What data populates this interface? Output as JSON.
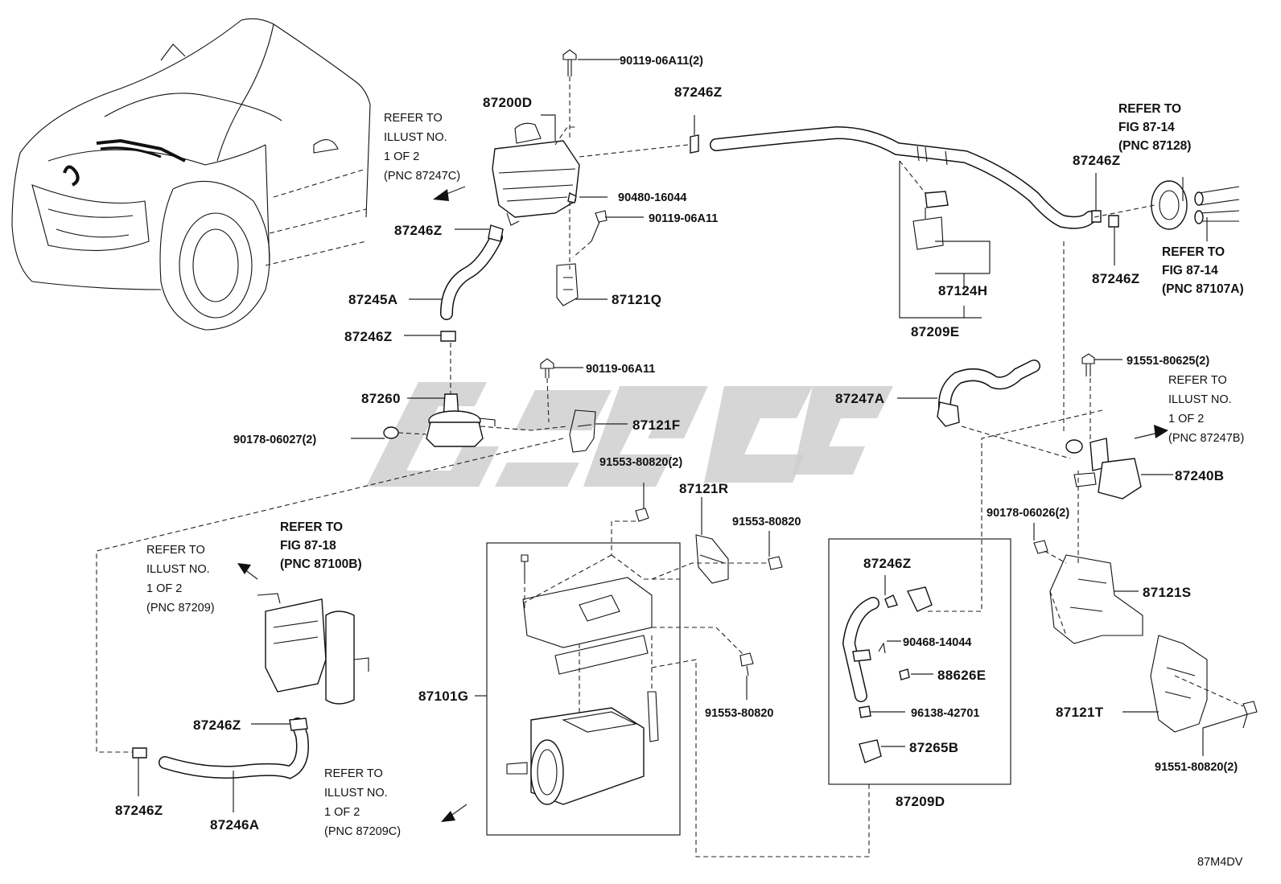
{
  "diagram_id": "87M4DV",
  "watermark": "",
  "parts": {
    "p_90119_06A11_2": "90119-06A11(2)",
    "p_87200D": "87200D",
    "p_87246Z_top": "87246Z",
    "p_90480_16044": "90480-16044",
    "p_90119_06A11_a": "90119-06A11",
    "p_87246Z_a": "87246Z",
    "p_87245A": "87245A",
    "p_87121Q": "87121Q",
    "p_87246Z_b": "87246Z",
    "p_90119_06A11_b": "90119-06A11",
    "p_87260": "87260",
    "p_87121F": "87121F",
    "p_90178_06027_2": "90178-06027(2)",
    "p_91553_80820_2": "91553-80820(2)",
    "p_87121R": "87121R",
    "p_91553_80820_a": "91553-80820",
    "p_87101G": "87101G",
    "p_91553_80820_b": "91553-80820",
    "p_87246Z_c": "87246Z",
    "p_87246Z_d": "87246Z",
    "p_87246A": "87246A",
    "p_87124H": "87124H",
    "p_87209E": "87209E",
    "p_87246Z_r1": "87246Z",
    "p_87246Z_r2": "87246Z",
    "p_91551_80625_2": "91551-80625(2)",
    "p_87247A": "87247A",
    "p_87240B": "87240B",
    "p_90178_06026_2": "90178-06026(2)",
    "p_87121S": "87121S",
    "p_87246Z_box": "87246Z",
    "p_90468_14044": "90468-14044",
    "p_88626E": "88626E",
    "p_96138_42701": "96138-42701",
    "p_87265B": "87265B",
    "p_87209D": "87209D",
    "p_87121T": "87121T",
    "p_91551_80820_2": "91551-80820(2)"
  },
  "refs": {
    "r1": [
      "REFER TO",
      "ILLUST NO.",
      "1 OF 2",
      "(PNC 87247C)"
    ],
    "r2": [
      "REFER TO",
      "FIG 87-14",
      "(PNC 87128)"
    ],
    "r3": [
      "REFER TO",
      "FIG 87-14",
      "(PNC 87107A)"
    ],
    "r4": [
      "REFER TO",
      "ILLUST NO.",
      "1 OF 2",
      "(PNC 87247B)"
    ],
    "r5": [
      "REFER TO",
      "FIG 87-18",
      "(PNC 87100B)"
    ],
    "r6": [
      "REFER TO",
      "ILLUST NO.",
      "1 OF 2",
      "(PNC 87209)"
    ],
    "r7": [
      "REFER TO",
      "ILLUST NO.",
      "1 OF 2",
      "(PNC 87209C)"
    ]
  }
}
